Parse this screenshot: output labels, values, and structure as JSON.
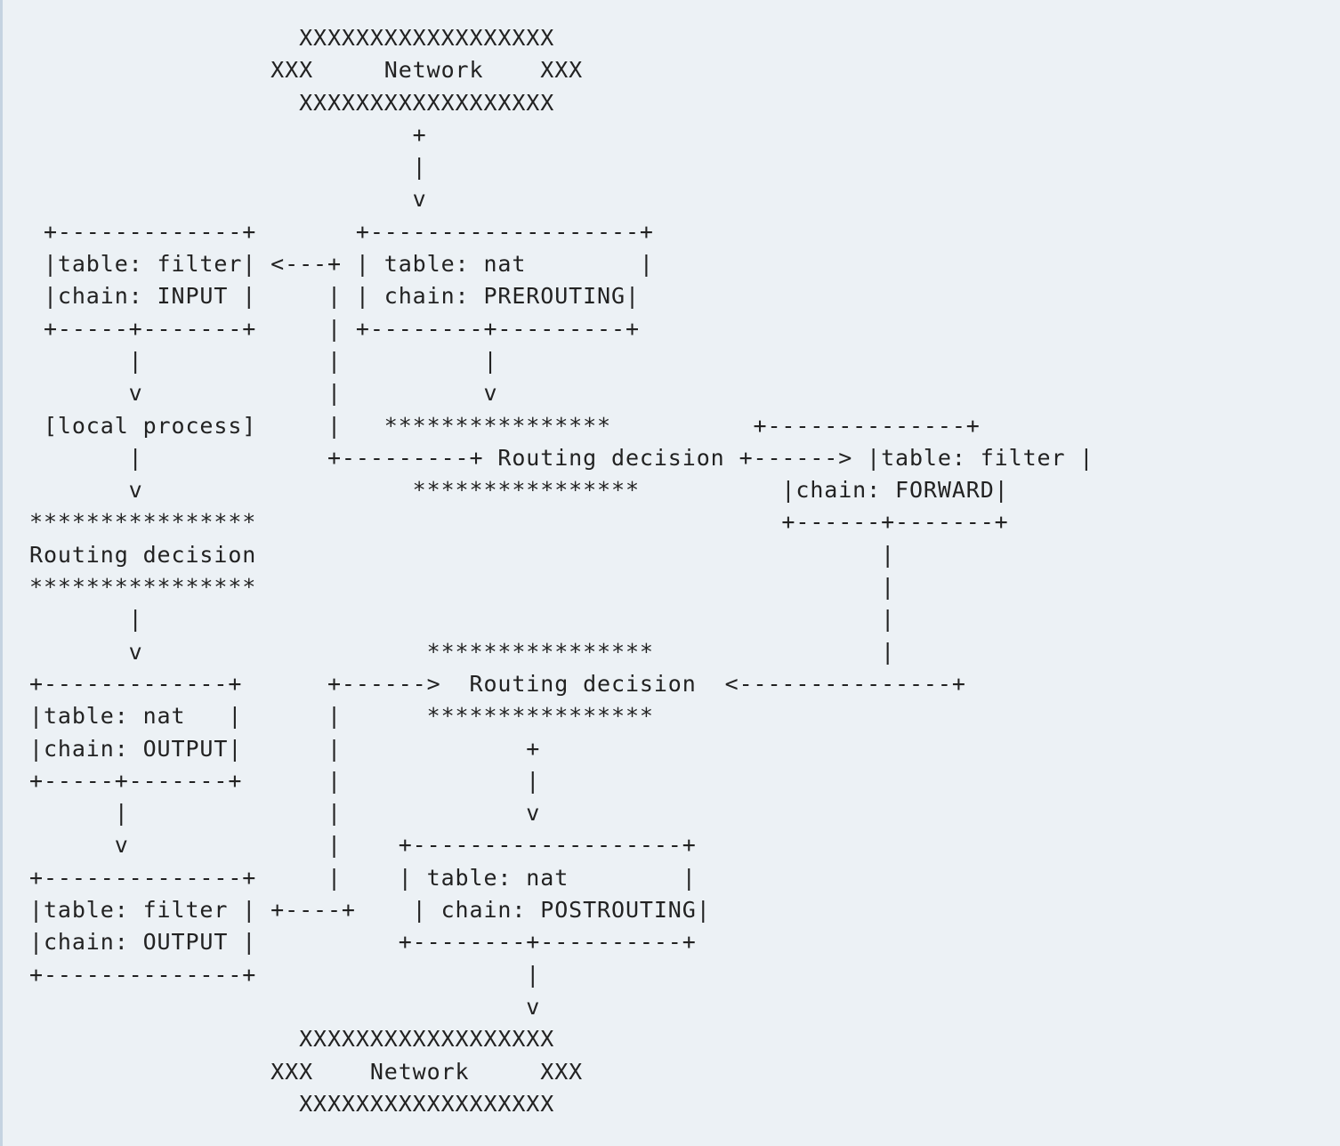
{
  "diagram": {
    "title": "",
    "lines": [
      "                   XXXXXXXXXXXXXXXXXX",
      "                 XXX     Network    XXX",
      "                   XXXXXXXXXXXXXXXXXX",
      "                           +",
      "                           |",
      "                           v",
      " +-------------+       +-------------------+",
      " |table: filter| <---+ | table: nat        |",
      " |chain: INPUT |     | | chain: PREROUTING|",
      " +-----+-------+     | +--------+---------+",
      "       |             |          |",
      "       v             |          v",
      " [local process]     |   ****************          +--------------+",
      "       |             +---------+ Routing decision +------> |table: filter |",
      "       v                   ****************          |chain: FORWARD|",
      "****************                                     +------+-------+",
      "Routing decision                                            |",
      "****************                                            |",
      "       |                                                    |",
      "       v                    ****************                |",
      "+-------------+      +------>  Routing decision  <---------------+",
      "|table: nat   |      |      ****************",
      "|chain: OUTPUT|      |             +",
      "+-----+-------+      |             |",
      "      |              |             v",
      "      v              |    +-------------------+",
      "+--------------+     |    | table: nat        |",
      "|table: filter | +----+    | chain: POSTROUTING|",
      "|chain: OUTPUT |          +--------+----------+",
      "+--------------+                   |",
      "                                   v",
      "                   XXXXXXXXXXXXXXXXXX",
      "                 XXX    Network     XXX",
      "                   XXXXXXXXXXXXXXXXXX"
    ]
  }
}
